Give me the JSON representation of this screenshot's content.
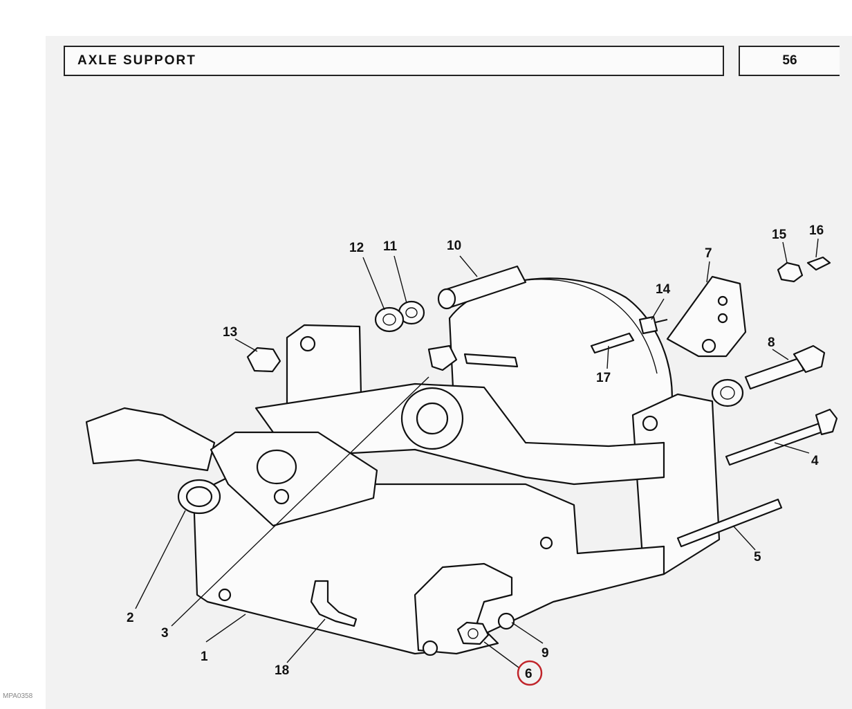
{
  "header": {
    "title": "AXLE  SUPPORT",
    "page_number": "56"
  },
  "reference_code": "MPA0358",
  "highlight_color": "#c0242a",
  "callouts": {
    "c1": "1",
    "c2": "2",
    "c3": "3",
    "c4": "4",
    "c5": "5",
    "c6": "6",
    "c7": "7",
    "c8": "8",
    "c9": "9",
    "c10": "10",
    "c11": "11",
    "c12": "12",
    "c13": "13",
    "c14": "14",
    "c15": "15",
    "c16": "16",
    "c17": "17",
    "c18": "18"
  },
  "highlighted_callout": "6"
}
